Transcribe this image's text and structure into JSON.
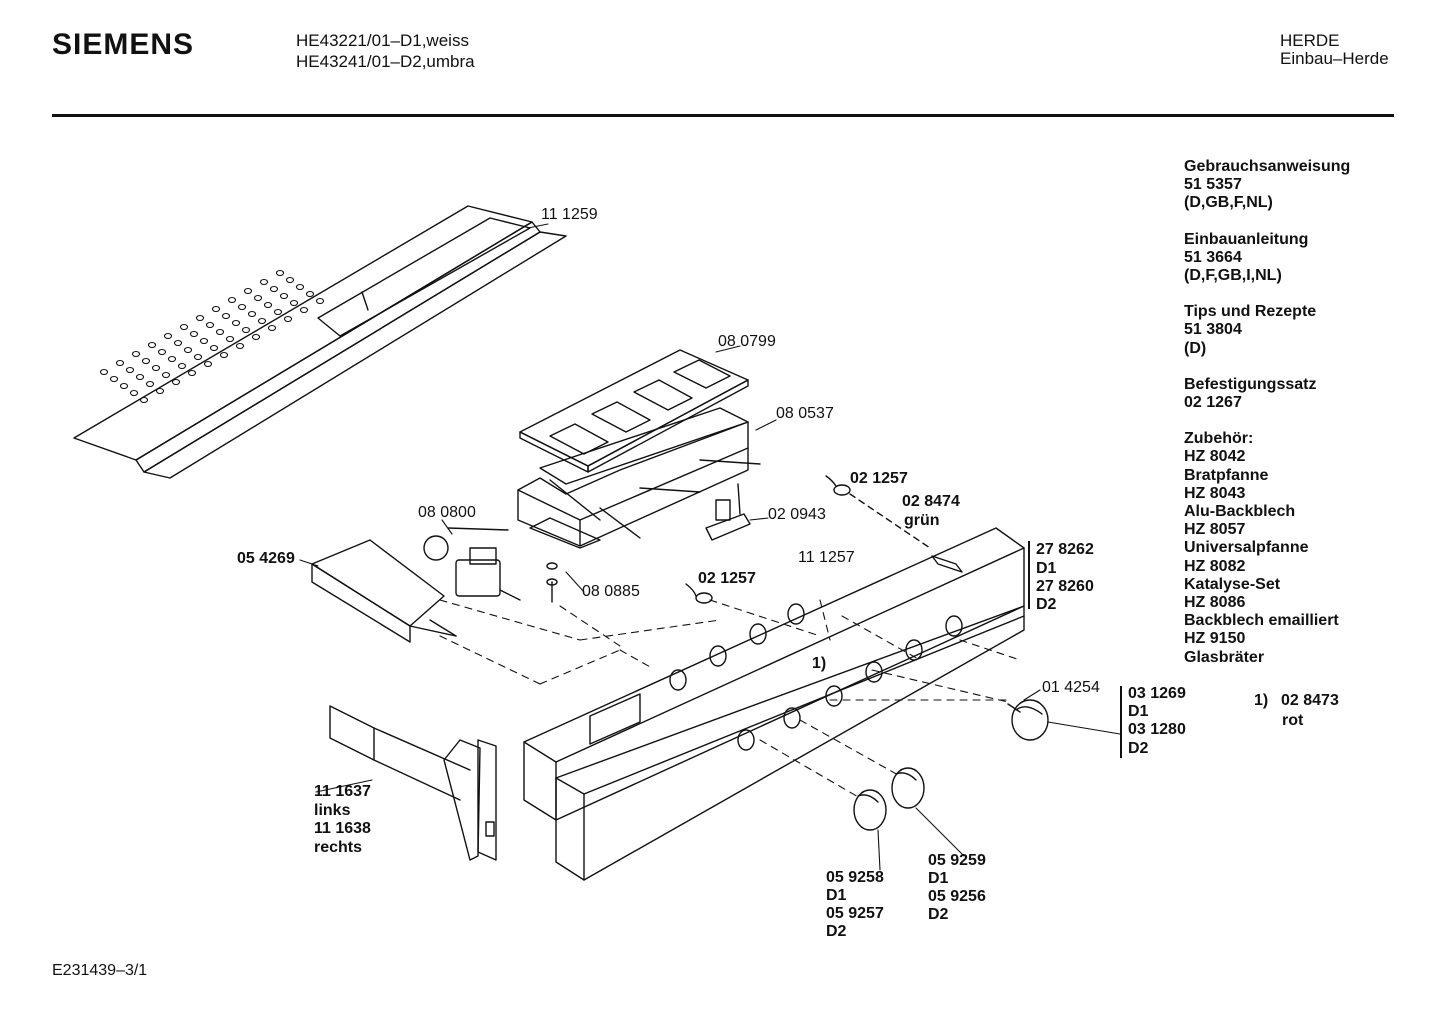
{
  "header": {
    "brand": "SIEMENS",
    "model_line_1": "HE43221/01–D1,weiss",
    "model_line_2": "HE43241/01–D2,umbra",
    "category_line_1": "HERDE",
    "category_line_2": "Einbau–Herde"
  },
  "side_info": [
    "Gebrauchsanweisung",
    "51 5357",
    "(D,GB,F,NL)",
    "",
    "Einbauanleitung",
    "51 3664",
    "(D,F,GB,I,NL)",
    "",
    "Tips und Rezepte",
    "51 3804",
    "(D)",
    "",
    "Befestigungssatz",
    "02 1267",
    "",
    "Zubehör:",
    "HZ 8042",
    "Bratpfanne",
    "HZ 8043",
    "Alu-Backblech",
    "HZ 8057",
    "Universalpfanne",
    "HZ 8082",
    "Katalyse-Set",
    "HZ 8086",
    "Backblech emailliert",
    "HZ 9150",
    "Glasbräter"
  ],
  "parts": {
    "p111259": "11 1259",
    "p080799": "08 0799",
    "p080537": "08 0537",
    "p021257a": "02 1257",
    "p028474": "02 8474",
    "gruen": "grün",
    "p080800": "08 0800",
    "p020943": "02 0943",
    "p054269": "05 4269",
    "p111257": "11 1257",
    "p021257b": "02 1257",
    "p080885": "08 0885",
    "ref1": "1)",
    "p014254": "01 4254",
    "p278262": "27 8262",
    "p278262_v": "D1",
    "p278260": "27 8260",
    "p278260_v": "D2",
    "p031269": "03 1269",
    "p031269_v": "D1",
    "p031280": "03 1280",
    "p031280_v": "D2",
    "note_ref": "1)",
    "note_part": "02 8473",
    "note_color": "rot",
    "p111637": "11 1637",
    "links": "links",
    "p111638": "11 1638",
    "rechts": "rechts",
    "p059258": "05 9258",
    "p059258_v": "D1",
    "p059257": "05 9257",
    "p059257_v": "D2",
    "p059259": "05 9259",
    "p059259_v": "D1",
    "p059256": "05 9256",
    "p059256_v": "D2"
  },
  "footer": {
    "drawing_id": "E231439–3/1"
  }
}
